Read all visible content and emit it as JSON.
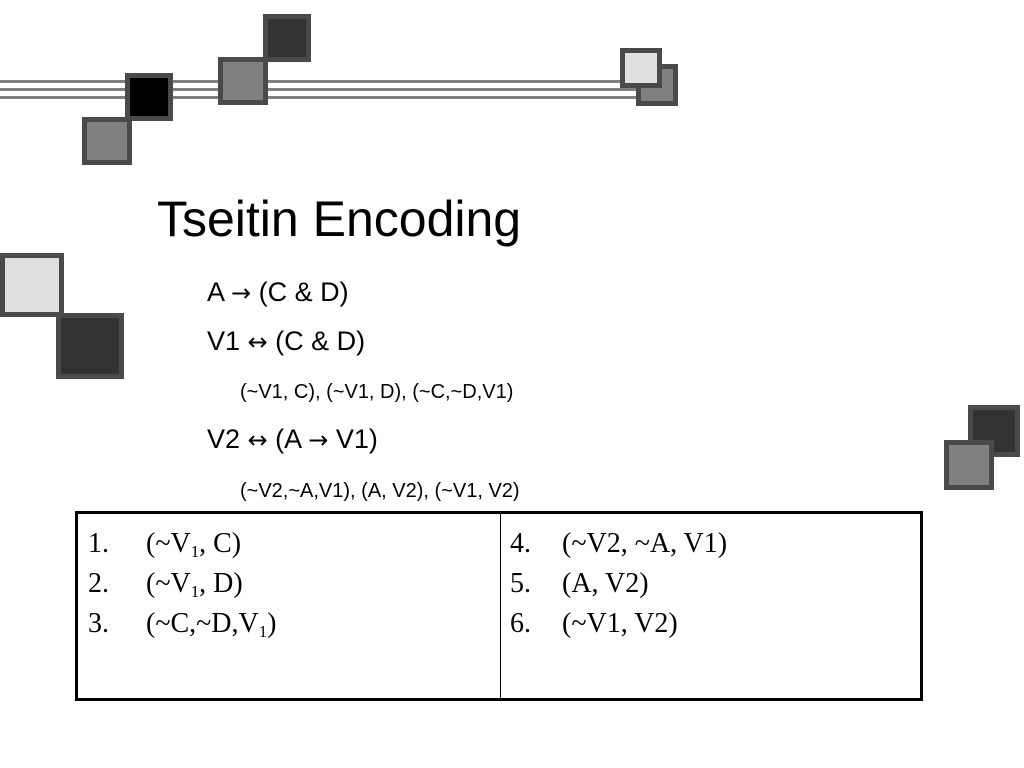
{
  "slide": {
    "title": "Tseitin Encoding",
    "lines": [
      {
        "lhs": "A",
        "arrow": "→",
        "rhs": "(C & D)"
      },
      {
        "lhs": "V1",
        "arrow": "↔",
        "rhs": "(C & D)"
      },
      {
        "text": "(~V1, C), (~V1, D), (~C,~D,V1)"
      },
      {
        "lhs": "V2",
        "arrow": "↔",
        "rhs_open": "(A",
        "rhs_arrow": "→",
        "rhs_close": "V1)"
      },
      {
        "text": "(~V2,~A,V1), (A, V2), (~V1, V2)"
      }
    ]
  },
  "table": {
    "left": [
      {
        "num": "1.",
        "pre": "(~V",
        "sub": "1",
        "post": ", C)"
      },
      {
        "num": "2.",
        "pre": "(~V",
        "sub": "1",
        "post": ", D)"
      },
      {
        "num": "3.",
        "pre": "(~C,~D,V",
        "sub": "1",
        "post": ")"
      }
    ],
    "right": [
      {
        "num": "4.",
        "text": "(~V2, ~A, V1)"
      },
      {
        "num": "5.",
        "text": "(A, V2)"
      },
      {
        "num": "6.",
        "text": "(~V1, V2)"
      }
    ]
  },
  "colors": {
    "background": "#ffffff",
    "text": "#000000",
    "decoration_line": "#808080",
    "square_border": "#4a4a4a"
  }
}
